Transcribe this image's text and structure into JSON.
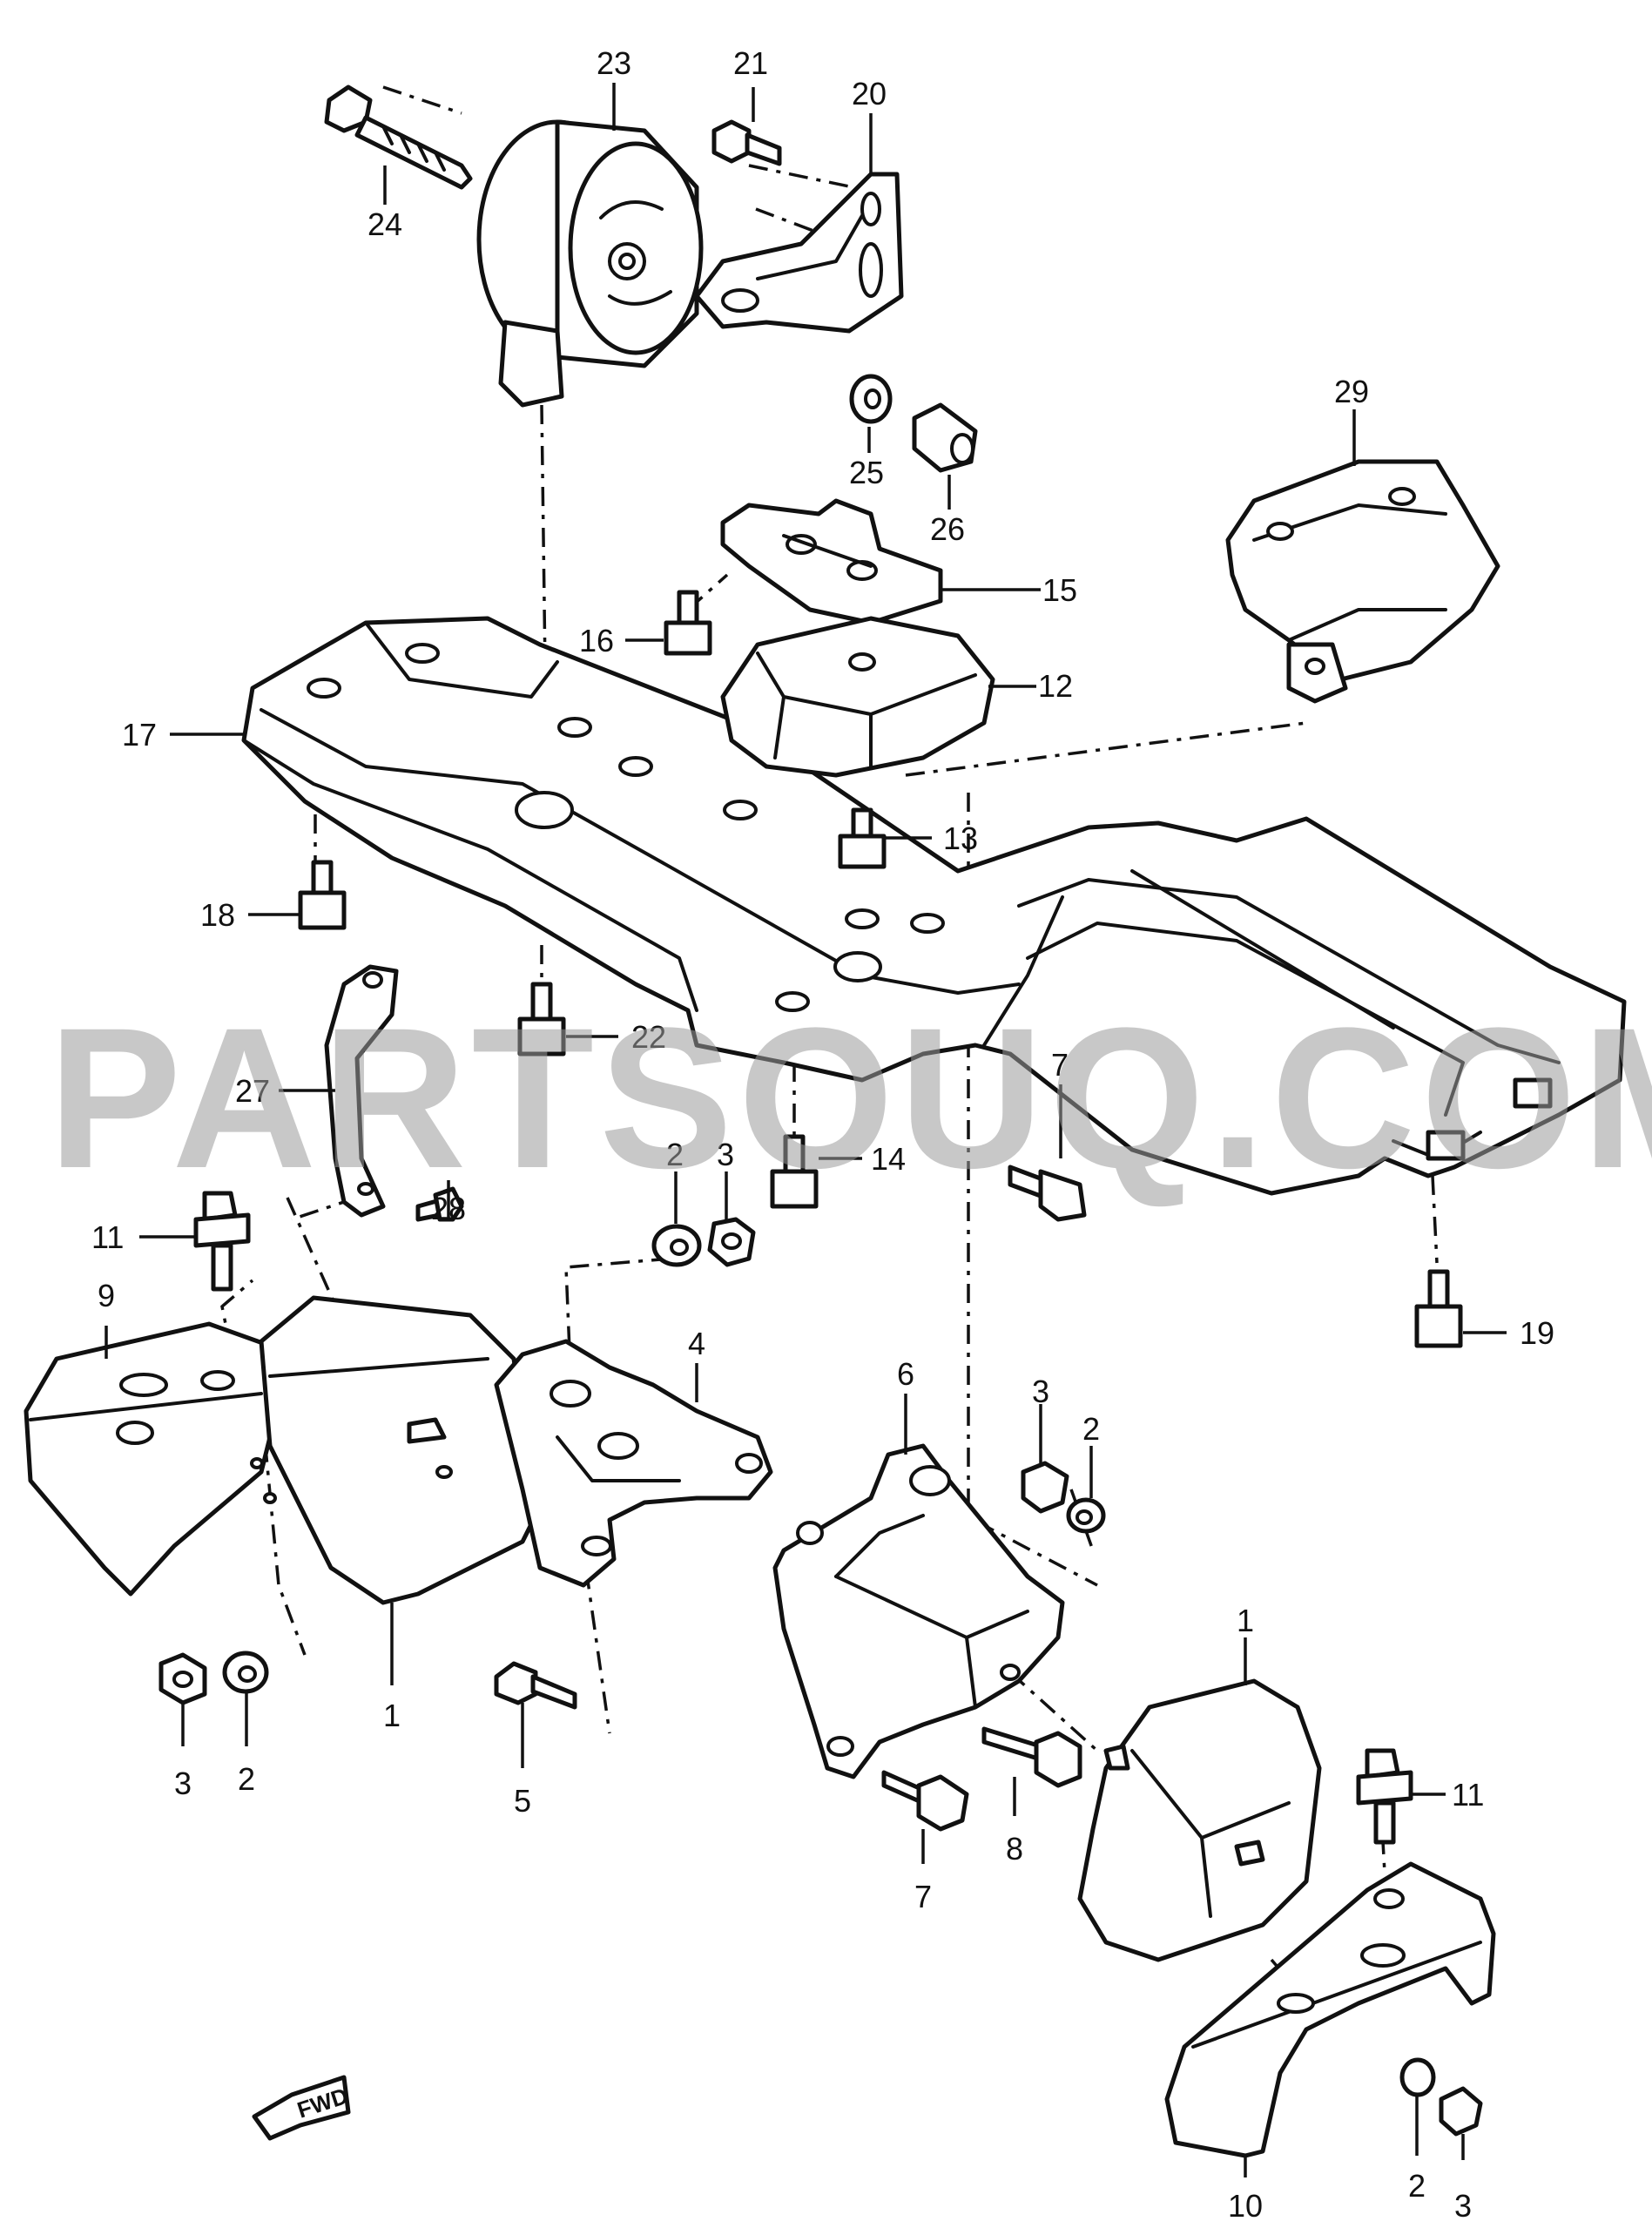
{
  "watermark": "PARTSOUQ.COM",
  "fwd_label": "FWD",
  "callouts": {
    "c1a": "1",
    "c1b": "1",
    "c2a": "2",
    "c2b": "2",
    "c2c": "2",
    "c2d": "2",
    "c3a": "3",
    "c3b": "3",
    "c3c": "3",
    "c3d": "3",
    "c4": "4",
    "c5": "5",
    "c6": "6",
    "c7a": "7",
    "c7b": "7",
    "c8": "8",
    "c9": "9",
    "c10": "10",
    "c11a": "11",
    "c11b": "11",
    "c12": "12",
    "c13": "13",
    "c14": "14",
    "c15": "15",
    "c16": "16",
    "c17": "17",
    "c18": "18",
    "c19": "19",
    "c20": "20",
    "c21": "21",
    "c22": "22",
    "c23": "23",
    "c24": "24",
    "c25": "25",
    "c26": "26",
    "c27": "27",
    "c28": "28",
    "c29": "29"
  }
}
